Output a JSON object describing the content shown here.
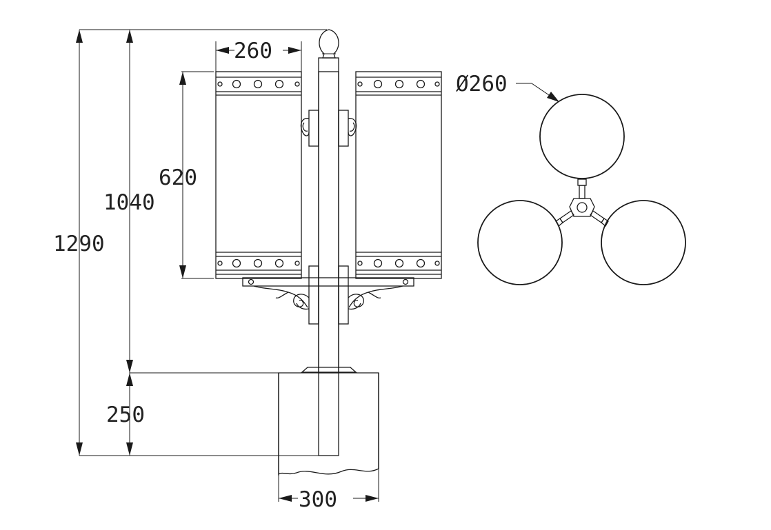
{
  "dimensions": {
    "top_width": "260",
    "panel_height": "620",
    "pole_height": "1040",
    "total_height": "1290",
    "footing_depth": "250",
    "footing_width": "300",
    "globe_diameter": "Ø260"
  },
  "colors": {
    "line": "#1a1a1a",
    "background": "#ffffff"
  }
}
